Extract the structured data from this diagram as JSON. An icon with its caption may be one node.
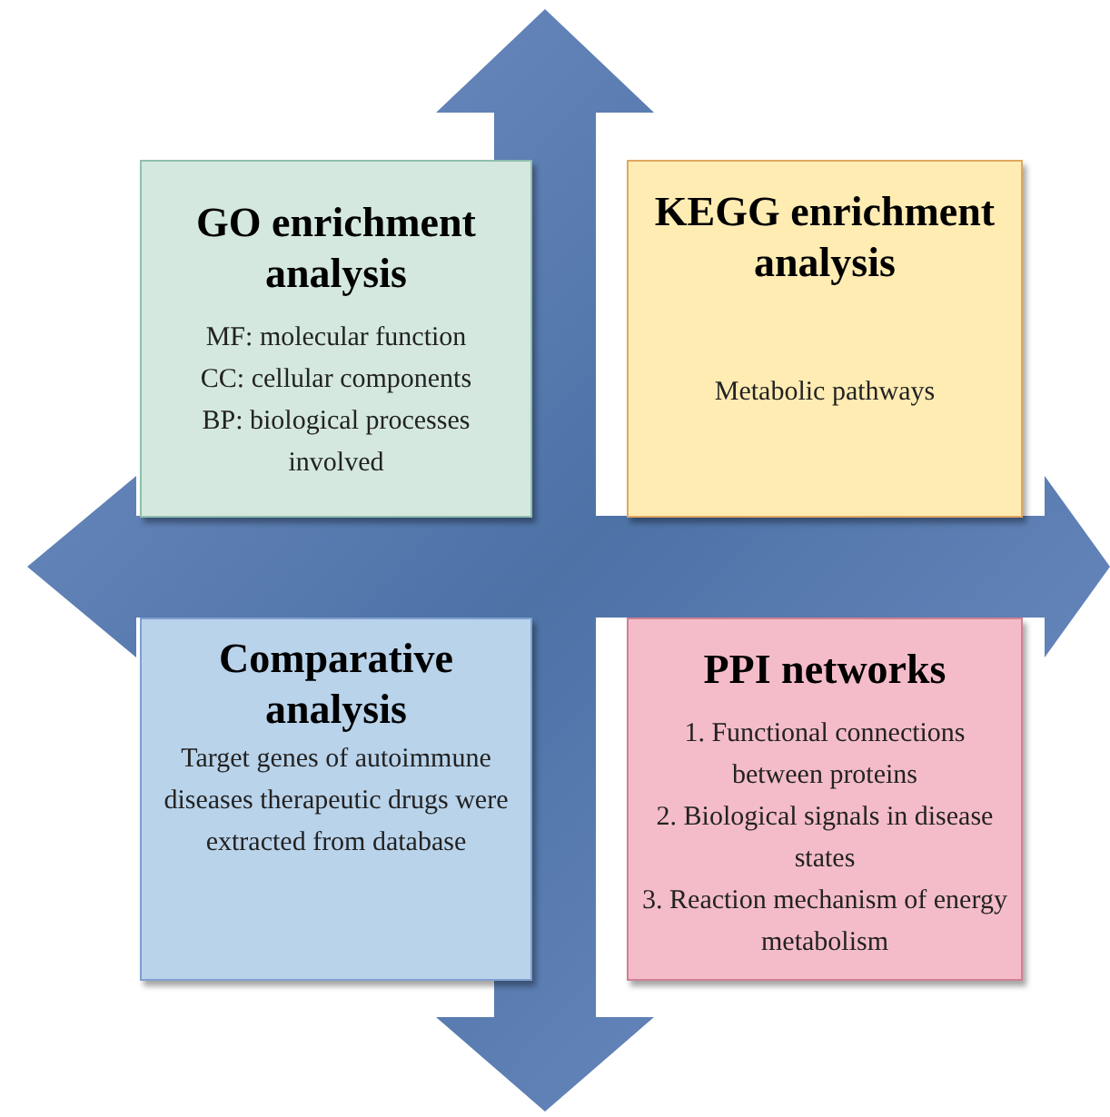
{
  "diagram": {
    "nodes": [
      {
        "text": [
          "GO enrichment analysis",
          "MF: molecular function",
          "CC: cellular components",
          "BP: biological processes involved"
        ]
      },
      {
        "text": [
          "KEGG enrichment analysis",
          "Metabolic pathways"
        ]
      },
      {
        "text": [
          "Comparative analysis",
          "Target genes of autoimmune diseases therapeutic drugs were extracted from database"
        ]
      },
      {
        "text": [
          "PPI networks",
          "1. Functional connections between proteins",
          "2. Biological signals in disease states",
          "3. Reaction mechanism of energy metabolism"
        ]
      }
    ]
  }
}
